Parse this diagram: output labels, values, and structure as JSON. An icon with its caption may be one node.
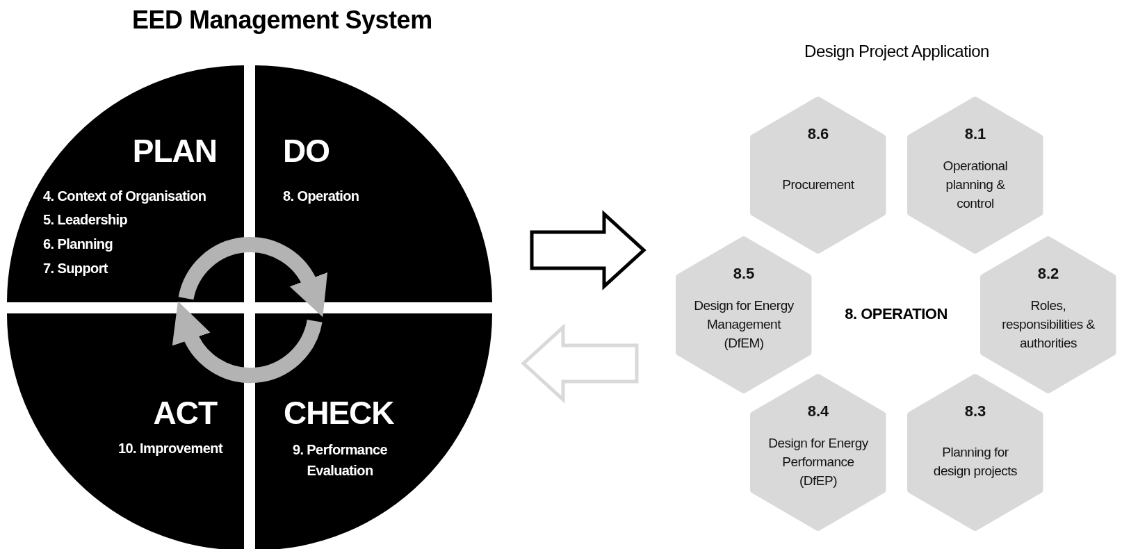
{
  "diagram": {
    "title": "EED Management System",
    "nodes": [
      {
        "text": [
          "PLAN",
          "4. Context of Organisation",
          "5. Leadership",
          "6. Planning",
          "7. Support"
        ]
      },
      {
        "text": [
          "DO",
          "8. Operation"
        ]
      },
      {
        "text": [
          "ACT",
          "10. Improvement"
        ]
      },
      {
        "text": [
          "CHECK",
          "9. Performance Evaluation"
        ]
      },
      {
        "text": [
          "Design Project Application",
          "8. OPERATION"
        ]
      },
      {
        "text": [
          "8.6",
          "Procurement"
        ],
        "in": 4
      },
      {
        "text": [
          "8.1",
          "Operational planning & control"
        ],
        "in": 4
      },
      {
        "text": [
          "8.5",
          "Design for Energy Management (DfEM)"
        ],
        "in": 4
      },
      {
        "text": [
          "8.2",
          "Roles, responsibilities & authorities"
        ],
        "in": 4
      },
      {
        "text": [
          "8.4",
          "Design for Energy Performance (DfEP)"
        ],
        "in": 4
      },
      {
        "text": [
          "8.3",
          "Planning for design projects"
        ],
        "in": 4
      }
    ],
    "edges": [
      {
        "from": 1,
        "to": 4,
        "arrow": "to"
      },
      {
        "from": 4,
        "to": 3,
        "arrow": "to",
        "color": "#d9d9d9"
      },
      {
        "from": 0,
        "to": 1,
        "arrow": "to",
        "color": "#b3b3b3"
      },
      {
        "from": 3,
        "to": 2,
        "arrow": "to",
        "color": "#b3b3b3"
      }
    ]
  }
}
